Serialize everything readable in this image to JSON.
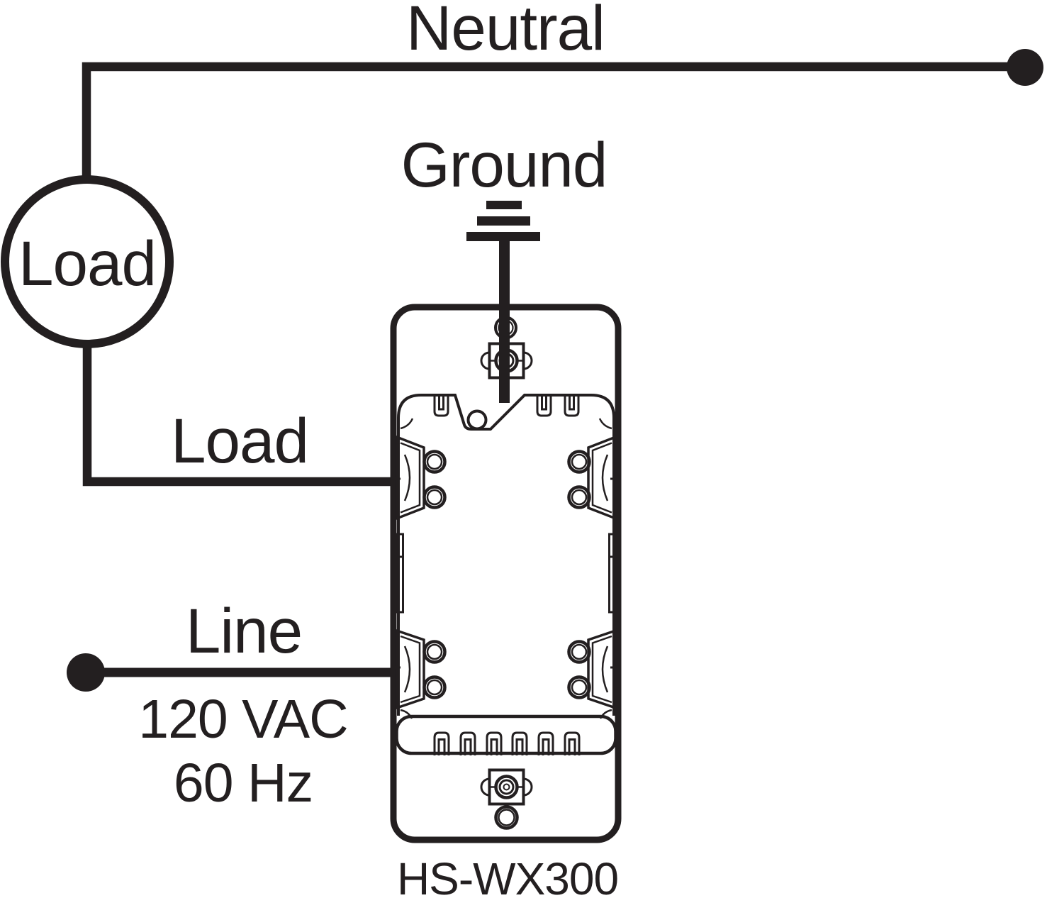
{
  "diagram": {
    "labels": {
      "neutral": "Neutral",
      "ground": "Ground",
      "load_source": "Load",
      "load_terminal": "Load",
      "line_terminal": "Line",
      "voltage": "120 VAC",
      "frequency": "60 Hz",
      "model": "HS-WX300"
    },
    "colors": {
      "ink": "#231f20",
      "background": "#ffffff"
    }
  }
}
